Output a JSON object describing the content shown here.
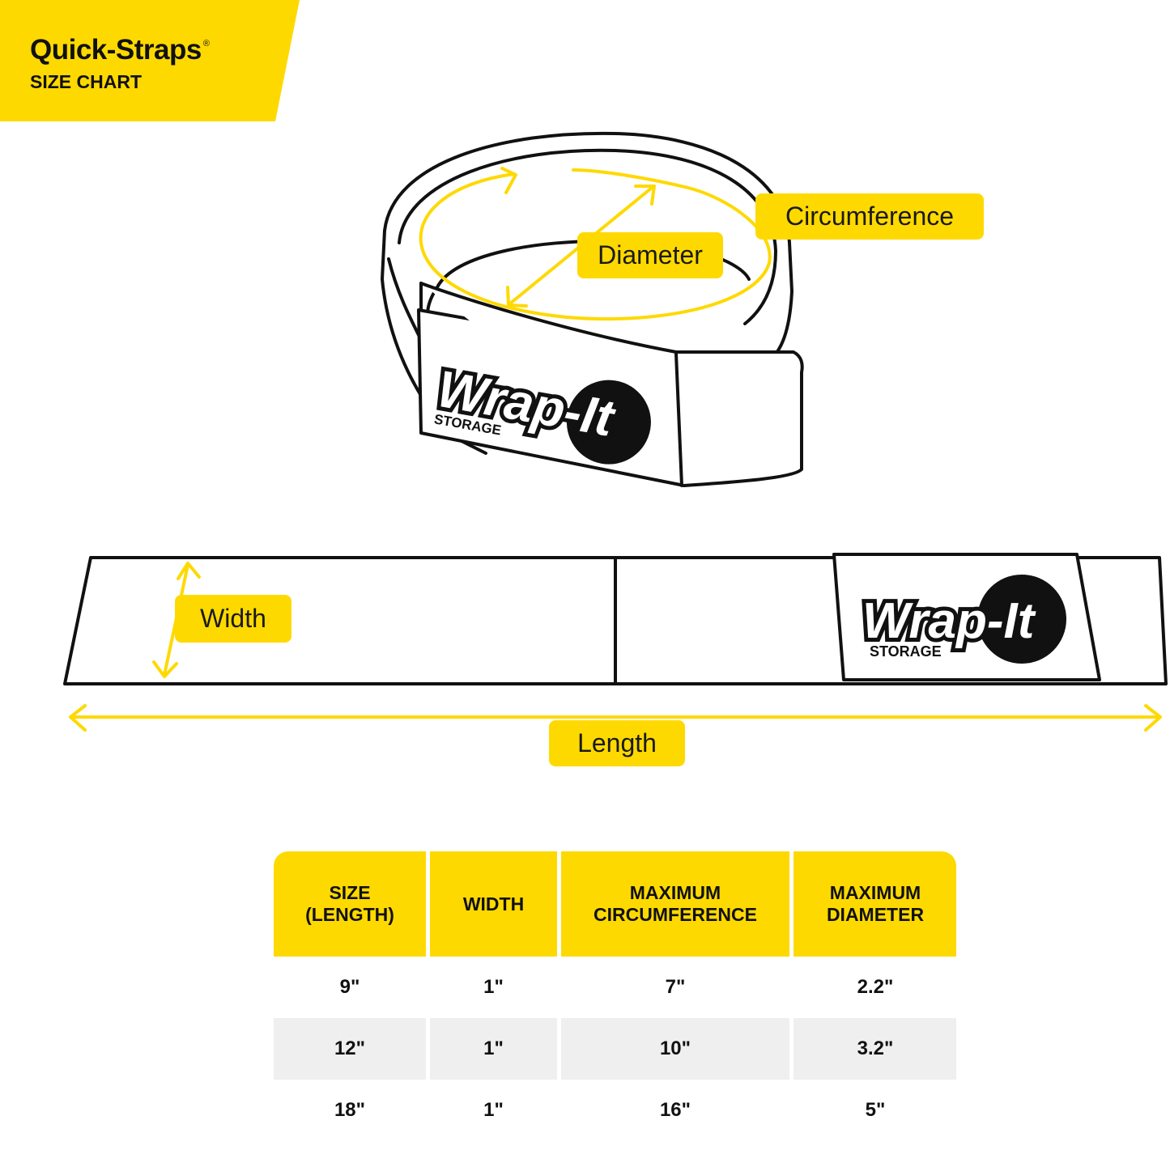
{
  "brand": {
    "title": "Quick-Straps",
    "registered": "®",
    "subtitle": "SIZE CHART"
  },
  "labels": {
    "circumference": "Circumference",
    "diameter": "Diameter",
    "width": "Width",
    "length": "Length"
  },
  "logo": {
    "word": "Wrap-It",
    "sub": "STORAGE"
  },
  "colors": {
    "accent": "#FED900",
    "ink": "#111111",
    "row_alt": "#efefef"
  },
  "table": {
    "headers": [
      "SIZE\n(LENGTH)",
      "WIDTH",
      "MAXIMUM\nCIRCUMFERENCE",
      "MAXIMUM\nDIAMETER"
    ],
    "rows": [
      [
        "9\"",
        "1\"",
        "7\"",
        "2.2\""
      ],
      [
        "12\"",
        "1\"",
        "10\"",
        "3.2\""
      ],
      [
        "18\"",
        "1\"",
        "16\"",
        "5\""
      ]
    ]
  }
}
